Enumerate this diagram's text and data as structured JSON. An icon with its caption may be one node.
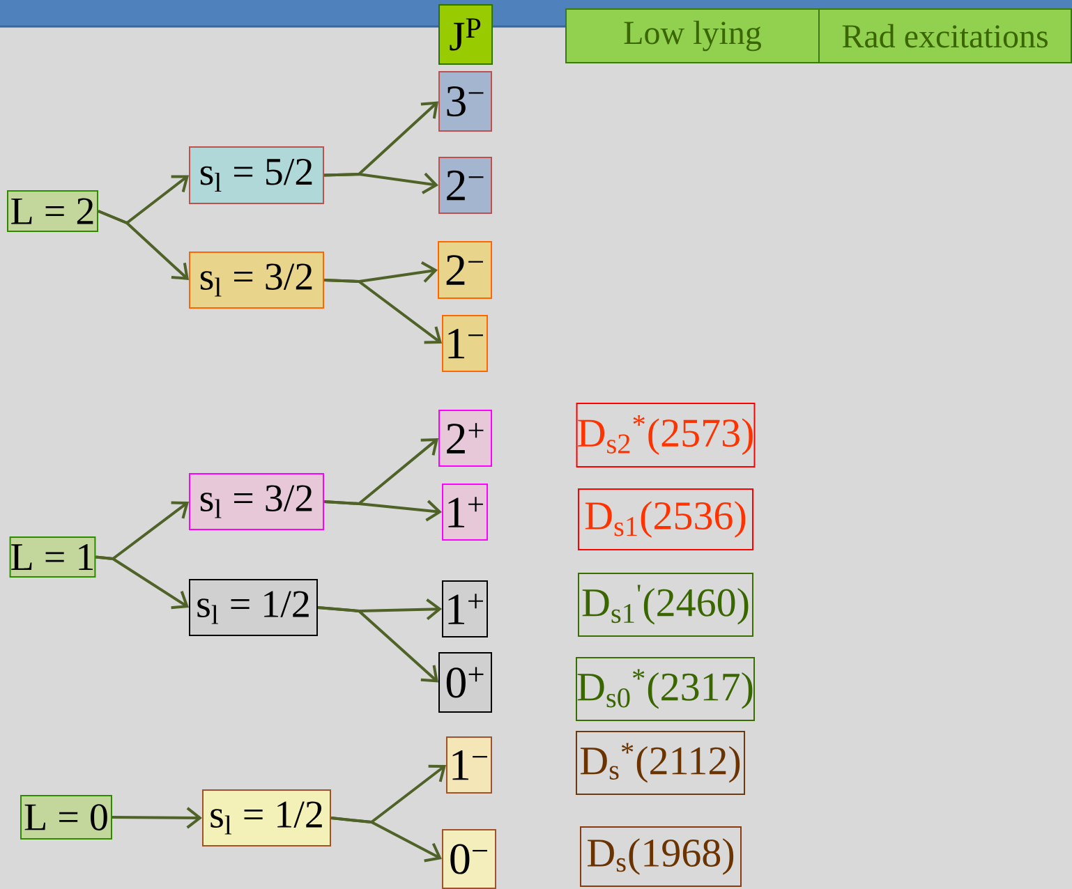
{
  "diagram": {
    "nodes": [
      {
        "text": [
          "J$^{P}$"
        ]
      },
      {
        "text": [
          "Low lying"
        ]
      },
      {
        "text": [
          "Rad excitations"
        ]
      },
      {
        "text": [
          "3$^{−}$"
        ]
      },
      {
        "text": [
          "s$_{l}$ = 5/2"
        ]
      },
      {
        "text": [
          "2$^{−}$"
        ]
      },
      {
        "text": [
          "L = 2"
        ]
      },
      {
        "text": [
          "s$_{l}$ = 3/2"
        ]
      },
      {
        "text": [
          "2$^{−}$"
        ]
      },
      {
        "text": [
          "1$^{−}$"
        ]
      },
      {
        "text": [
          "2$^{+}$"
        ]
      },
      {
        "text": [
          "D$_{s2}$$^{*}$(2573)"
        ]
      },
      {
        "text": [
          "s$_{l}$ = 3/2"
        ]
      },
      {
        "text": [
          "1$^{+}$"
        ]
      },
      {
        "text": [
          "D$_{s1}$(2536)"
        ]
      },
      {
        "text": [
          "L = 1"
        ]
      },
      {
        "text": [
          "s$_{l}$ = 1/2"
        ]
      },
      {
        "text": [
          "1$^{+}$"
        ]
      },
      {
        "text": [
          "D$_{s1}$$^{'}$(2460)"
        ]
      },
      {
        "text": [
          "0$^{+}$"
        ]
      },
      {
        "text": [
          "D$_{s0}$$^{*}$(2317)"
        ]
      },
      {
        "text": [
          "1$^{−}$"
        ]
      },
      {
        "text": [
          "D$_{s}$$^{*}$(2112)"
        ]
      },
      {
        "text": [
          "L = 0"
        ]
      },
      {
        "text": [
          "s$_{l}$ = 1/2"
        ]
      },
      {
        "text": [
          "0$^{−}$"
        ]
      },
      {
        "text": [
          "D$_{s}$(1968)"
        ]
      }
    ],
    "edges": [
      {
        "from": 6,
        "to": 4,
        "arrow": "to"
      },
      {
        "from": 6,
        "to": 7,
        "arrow": "to"
      },
      {
        "from": 4,
        "to": 3,
        "arrow": "to"
      },
      {
        "from": 4,
        "to": 5,
        "arrow": "to"
      },
      {
        "from": 7,
        "to": 8,
        "arrow": "to"
      },
      {
        "from": 7,
        "to": 9,
        "arrow": "to"
      },
      {
        "from": 15,
        "to": 12,
        "arrow": "to"
      },
      {
        "from": 15,
        "to": 16,
        "arrow": "to"
      },
      {
        "from": 12,
        "to": 10,
        "arrow": "to"
      },
      {
        "from": 12,
        "to": 13,
        "arrow": "to"
      },
      {
        "from": 16,
        "to": 17,
        "arrow": "to"
      },
      {
        "from": 16,
        "to": 19,
        "arrow": "to"
      },
      {
        "from": 23,
        "to": 24,
        "arrow": "to"
      },
      {
        "from": 24,
        "to": 21,
        "arrow": "to"
      },
      {
        "from": 24,
        "to": 25,
        "arrow": "to"
      }
    ]
  }
}
